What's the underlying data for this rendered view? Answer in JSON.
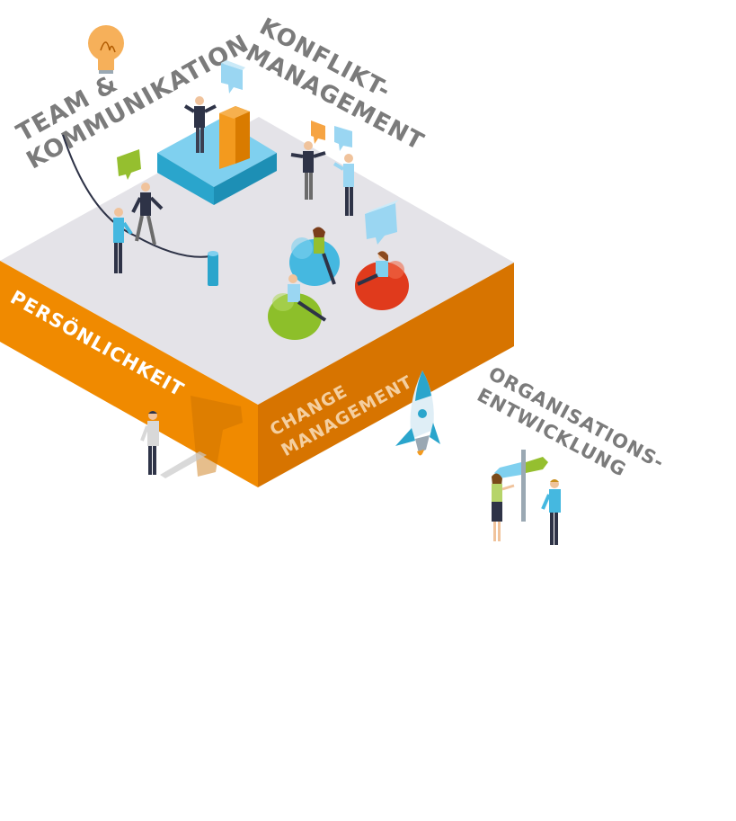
{
  "labels": {
    "team_line1": "TEAM &",
    "team_line2": "KOMMUNIKATION",
    "konflikt_line1": "KONFLIKT-",
    "konflikt_line2": "MANAGEMENT",
    "persoenlichkeit": "PERSÖNLICHKEIT",
    "change_line1": "CHANGE",
    "change_line2": "MANAGEMENT",
    "org_line1": "ORGANISATIONS-",
    "org_line2": "ENTWICKLUNG"
  },
  "colors": {
    "top_face": "#e4e3e8",
    "left_face": "#f08a00",
    "right_face": "#d77400",
    "label_gray": "#7b7b7b",
    "label_white": "#ffffff",
    "label_light": "#f4cfa0",
    "podium_top": "#7fd0ef",
    "podium_side": "#2aa5cc",
    "bubble_blue": "#9ad6f2",
    "bubble_green": "#95bf2f",
    "bubble_orange": "#f6a443",
    "beanbag_blue": "#45b8e0",
    "beanbag_red": "#e03a1c",
    "beanbag_green": "#8dbf2a",
    "column_orange": "#f39a1e",
    "skin": "#f0c39c",
    "suit_dark": "#2e3347"
  },
  "icons": [
    "lightbulb-icon",
    "rocket-icon",
    "signpost-icon",
    "speech-bubble-icon"
  ]
}
